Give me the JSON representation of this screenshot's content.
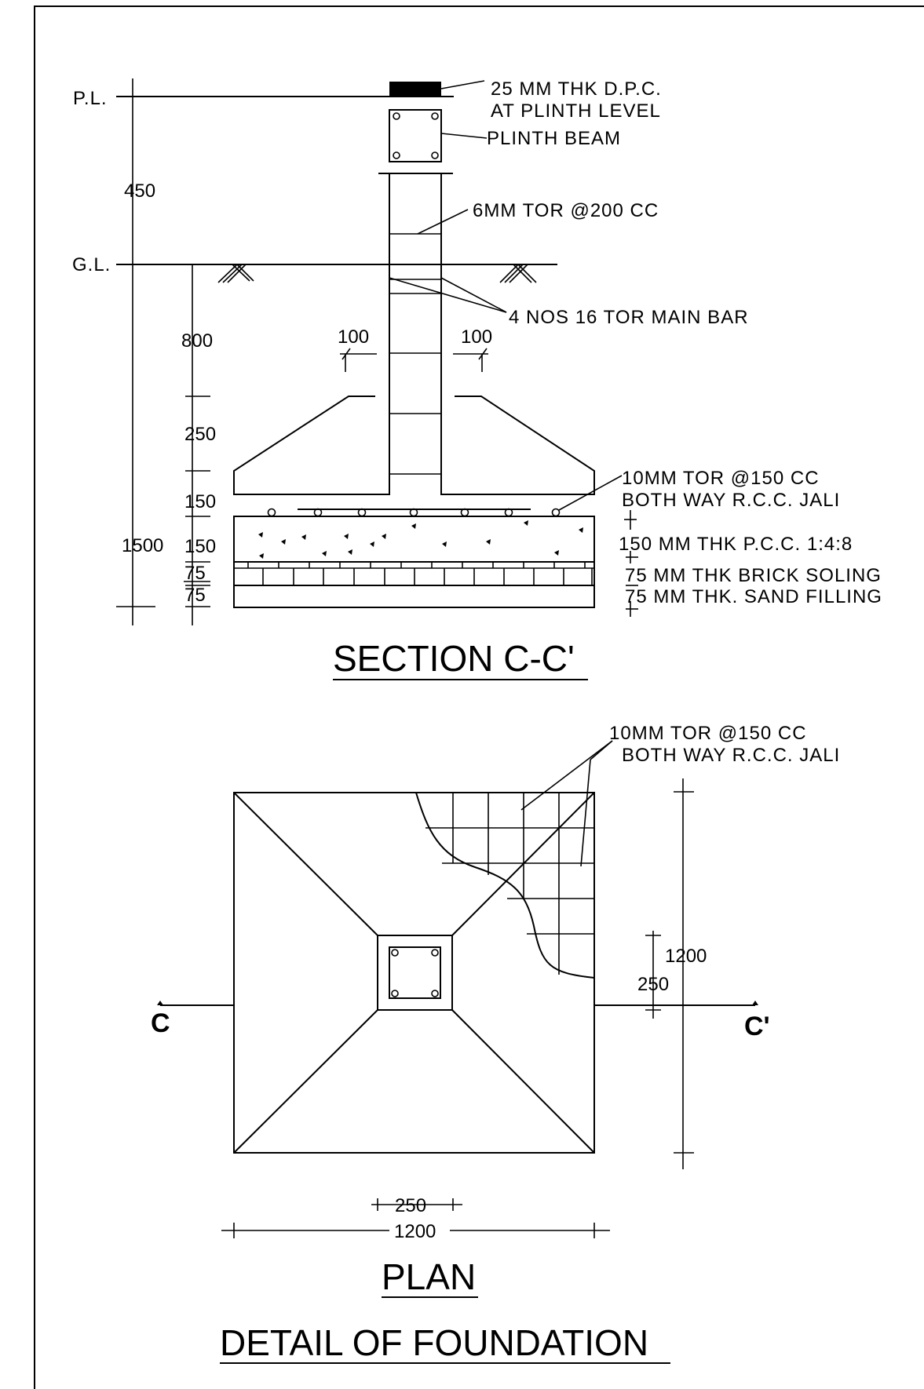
{
  "section": {
    "title": "SECTION C-C'",
    "level_pl": "P.L.",
    "level_gl": "G.L.",
    "dims": {
      "d450": "450",
      "d800": "800",
      "d250": "250",
      "d150a": "150",
      "d150b": "150",
      "d1500": "1500",
      "d75a": "75",
      "d75b": "75",
      "d100a": "100",
      "d100b": "100"
    },
    "labels": {
      "dpc_1": "25 MM THK D.P.C.",
      "dpc_2": "AT PLINTH LEVEL",
      "plinth_beam": "PLINTH BEAM",
      "ties": "6MM TOR @200 CC",
      "main_bar": "4 NOS 16 TOR MAIN BAR",
      "jali_1": "10MM TOR @150 CC",
      "jali_2": "BOTH WAY R.C.C. JALI",
      "pcc": "150 MM THK P.C.C. 1:4:8",
      "soling": "75 MM THK BRICK SOLING",
      "sand": "75 MM THK. SAND FILLING"
    }
  },
  "plan": {
    "title": "PLAN",
    "section_left": "C",
    "section_right": "C'",
    "jali_1": "10MM TOR @150 CC",
    "jali_2": "BOTH WAY R.C.C. JALI",
    "dims": {
      "d1200_v": "1200",
      "d250_v": "250",
      "d250_h": "250",
      "d1200_h": "1200"
    }
  },
  "main_title": "DETAIL OF FOUNDATION",
  "colors": {
    "ink": "#000000",
    "paper": "#ffffff"
  }
}
